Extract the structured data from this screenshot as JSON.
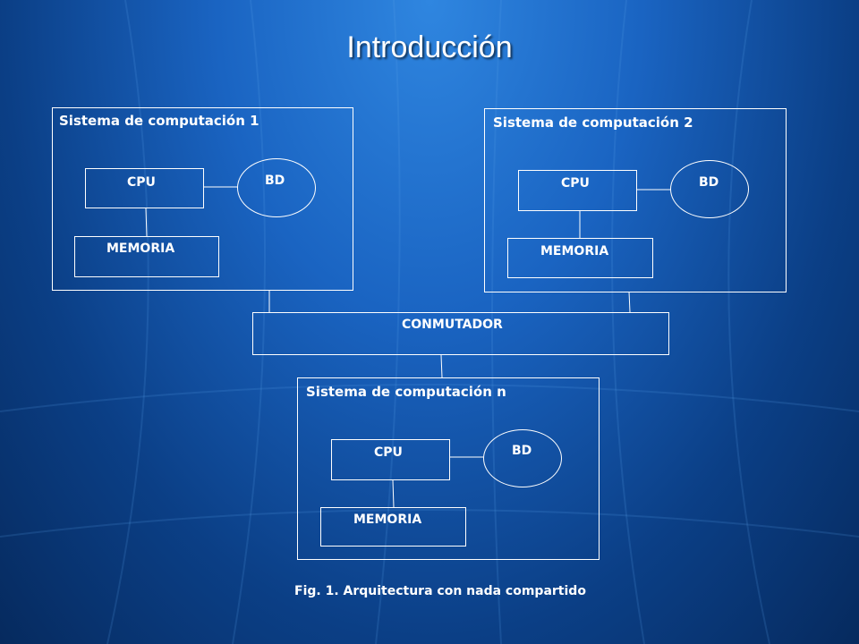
{
  "slide": {
    "title": "Introducción",
    "caption": "Fig. 1. Arquitectura con nada compartido"
  },
  "systems": [
    {
      "label": "Sistema de computación 1",
      "cpu": "CPU",
      "db": "BD",
      "memory": "MEMORIA"
    },
    {
      "label": "Sistema de computación 2",
      "cpu": "CPU",
      "db": "BD",
      "memory": "MEMORIA"
    },
    {
      "label": "Sistema de computación n",
      "cpu": "CPU",
      "db": "BD",
      "memory": "MEMORIA"
    }
  ],
  "switch": {
    "label": "CONMUTADOR"
  },
  "colors": {
    "line": "#ffffff",
    "background": "#1a64c2"
  }
}
